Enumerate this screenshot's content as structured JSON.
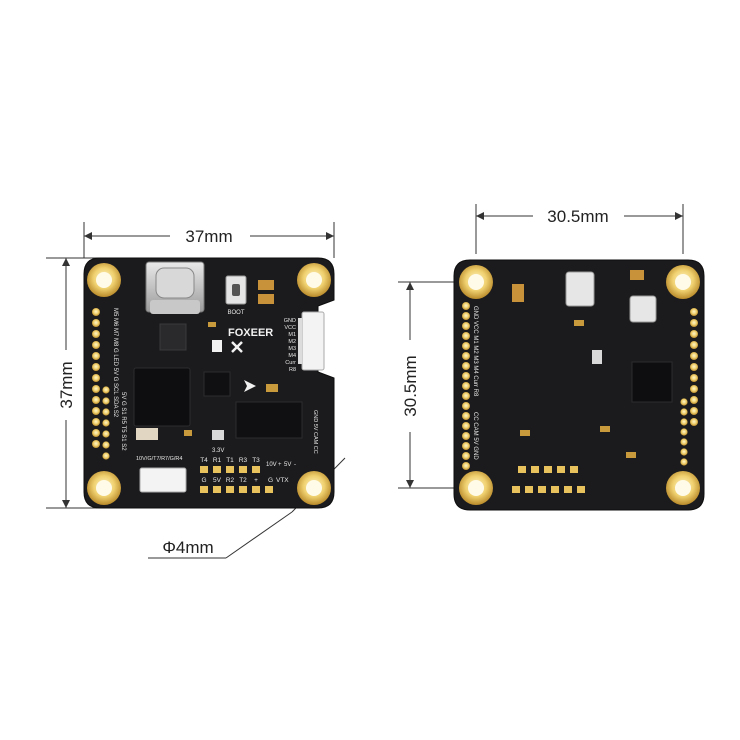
{
  "dimensions": {
    "left_width": "37mm",
    "left_height": "37mm",
    "hole_diameter": "Φ4mm",
    "right_width": "30.5mm",
    "right_height": "30.5mm"
  },
  "board_front": {
    "brand": "FOXEER",
    "boot_label": "BOOT",
    "left_pads_col1": "M5 M6 M7 M8  G  LED 5V G SCL SDA S2",
    "left_pads_col2": "5V  G  S1  R5  T5  S1  S2",
    "right_motor_labels": [
      "GND",
      "VCC",
      "M1",
      "M2",
      "M3",
      "M4",
      "Curr",
      "R8"
    ],
    "uart_label": "10V/G/T7/R7/G/R4",
    "v33_label": "3.3V",
    "row1_labels": [
      "T4",
      "R1",
      "T1",
      "R3",
      "T3"
    ],
    "row2_labels": [
      "G",
      "5V",
      "R2",
      "T2",
      "+"
    ],
    "vtx_labels": [
      "10V",
      "+",
      "5V",
      "-",
      "G",
      "VTX"
    ],
    "cam_labels": "GND 5V CAM CC"
  },
  "board_back": {
    "left_labels": "GND VCC M1 M2 M3 M4 Curr R8",
    "right_labels": "CC CAM 5V GND"
  }
}
